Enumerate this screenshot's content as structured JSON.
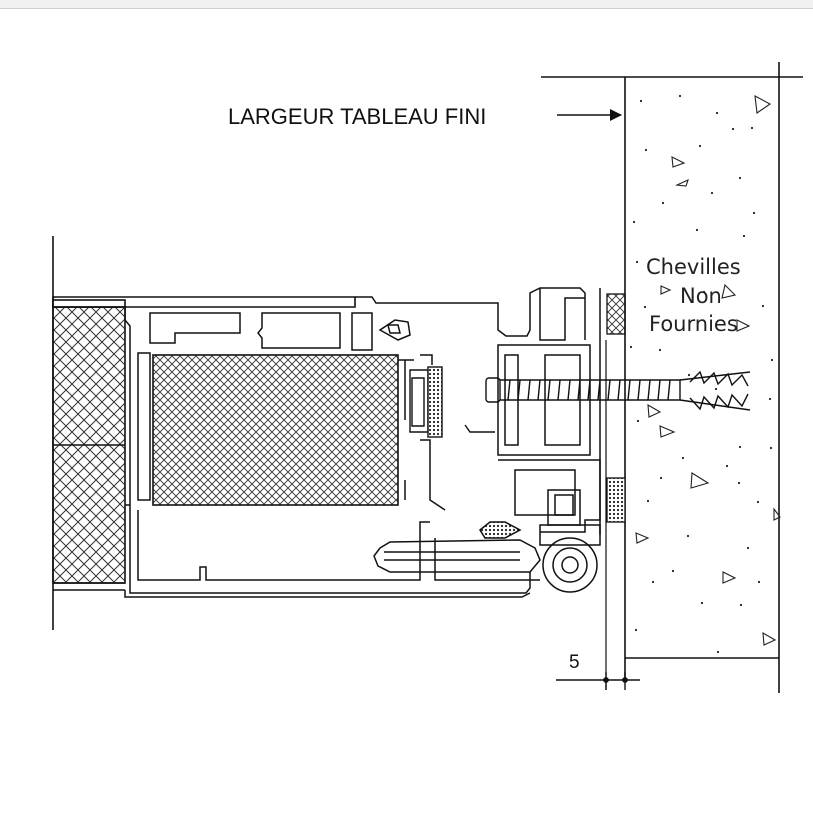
{
  "labels": {
    "largeur": "LARGEUR TABLEAU FINI",
    "chevilles_line1": "Chevilles",
    "chevilles_line2": "Non",
    "chevilles_line3": "Fournies",
    "dimension": "5"
  },
  "colors": {
    "line": "#111111",
    "hatch": "#333333",
    "background": "#ffffff"
  }
}
